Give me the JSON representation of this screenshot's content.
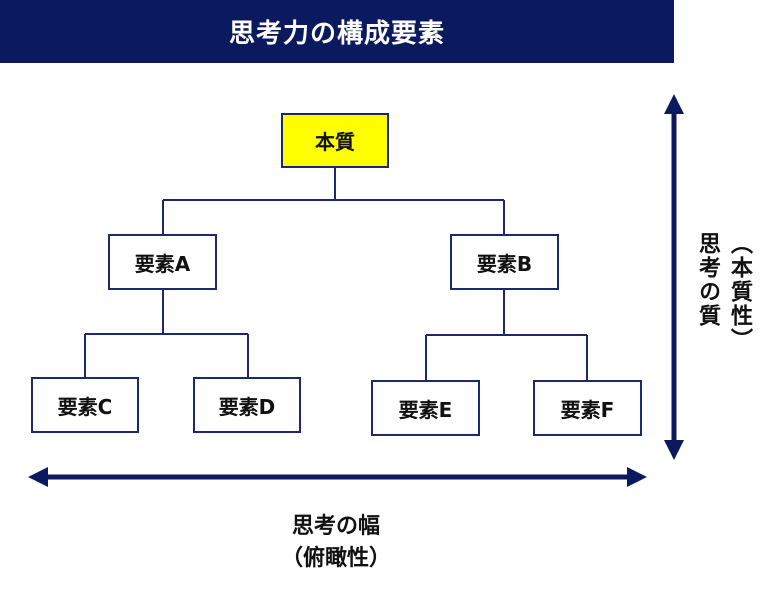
{
  "title": "思考力の構成要素",
  "colors": {
    "title_bg": "#0b1a5e",
    "root_fill": "#ffff00",
    "line": "#1a2a6c",
    "arrow": "#0b1a5e"
  },
  "tree": {
    "root": "本質",
    "level1": [
      "要素A",
      "要素B"
    ],
    "level2": [
      "要素C",
      "要素D",
      "要素E",
      "要素F"
    ]
  },
  "axes": {
    "vertical_label_1": "思考の質",
    "vertical_label_2": "（本質性）",
    "horizontal_label_1": "思考の幅",
    "horizontal_label_2": "（俯瞰性）"
  }
}
